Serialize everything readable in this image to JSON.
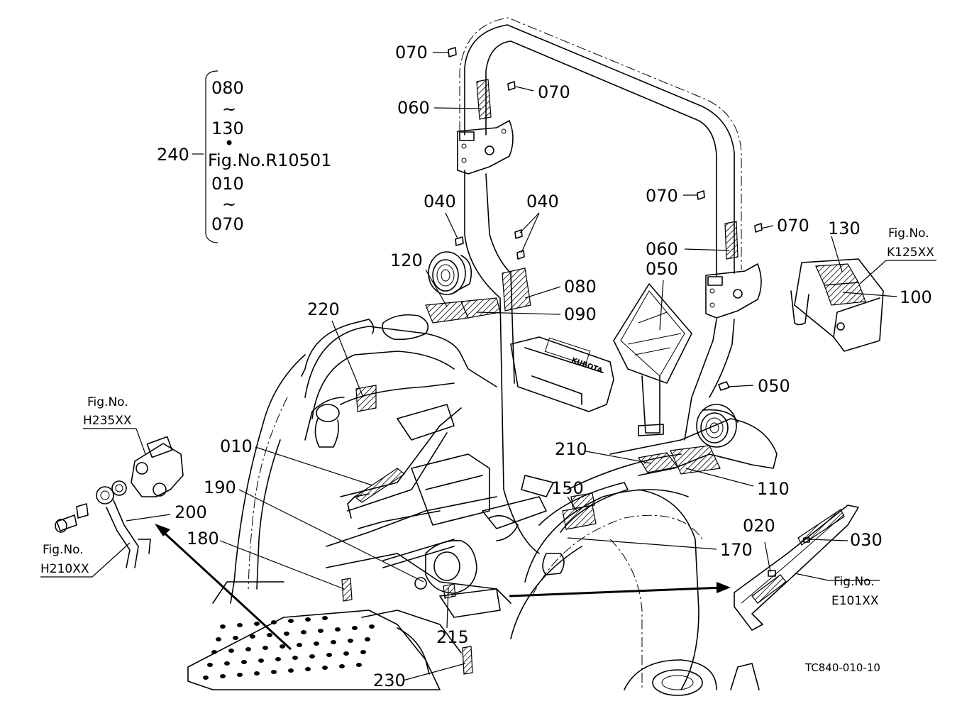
{
  "callouts": {
    "c070a": "070",
    "c070b": "070",
    "c060a": "060",
    "c070c": "070",
    "c070d": "070",
    "c060b": "060",
    "c040a": "040",
    "c040b": "040",
    "c120": "120",
    "c080": "080",
    "c090": "090",
    "c220": "220",
    "c050a": "050",
    "c050b": "050",
    "c130": "130",
    "c100": "100",
    "c010": "010",
    "c190": "190",
    "c200": "200",
    "c180": "180",
    "c210": "210",
    "c110": "110",
    "c150": "150",
    "c170": "170",
    "c020": "020",
    "c030": "030",
    "c215": "215",
    "c230": "230",
    "c240": "240"
  },
  "group_240": {
    "l1": "080",
    "t1": "~",
    "l2": "130",
    "dot": "•",
    "l3": "Fig.No.R10501",
    "l4": "010",
    "t2": "~",
    "l5": "070"
  },
  "fig_refs": {
    "k125_a": "Fig.No.",
    "k125_b": "K125XX",
    "h235_a": "Fig.No.",
    "h235_b": "H235XX",
    "h210_a": "Fig.No.",
    "h210_b": "H210XX",
    "e101_a": "Fig.No.",
    "e101_b": "E101XX"
  },
  "drawing_code": "TC840-010-10",
  "brand_text": "KUBOTA"
}
